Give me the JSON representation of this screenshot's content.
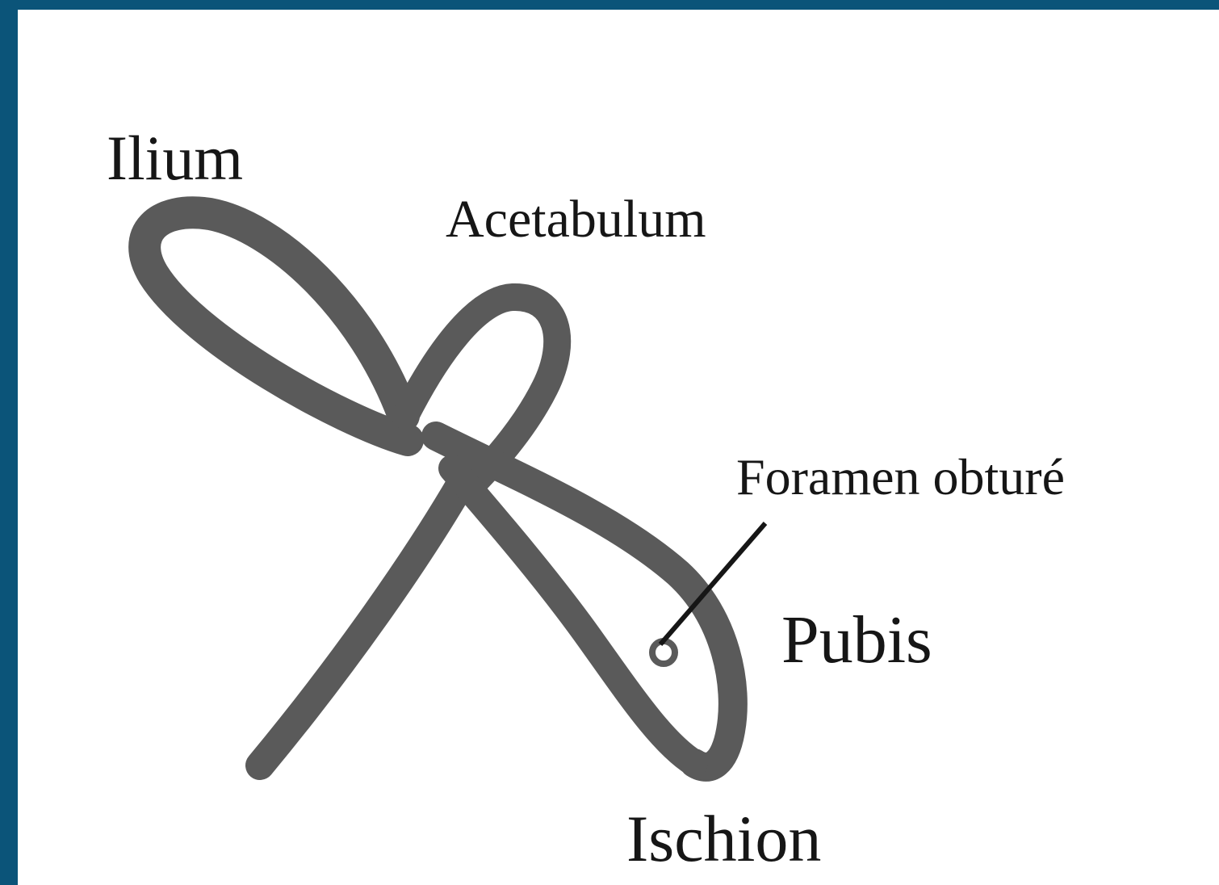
{
  "colors": {
    "frame": "#0b5479",
    "band": "#5a5a5a",
    "text": "#161616",
    "background": "#ffffff"
  },
  "labels": {
    "ilium": "Ilium",
    "acetabulum": "Acetabulum",
    "foramen": "Foramen obturé",
    "pubis": "Pubis",
    "ischion": "Ischion"
  }
}
